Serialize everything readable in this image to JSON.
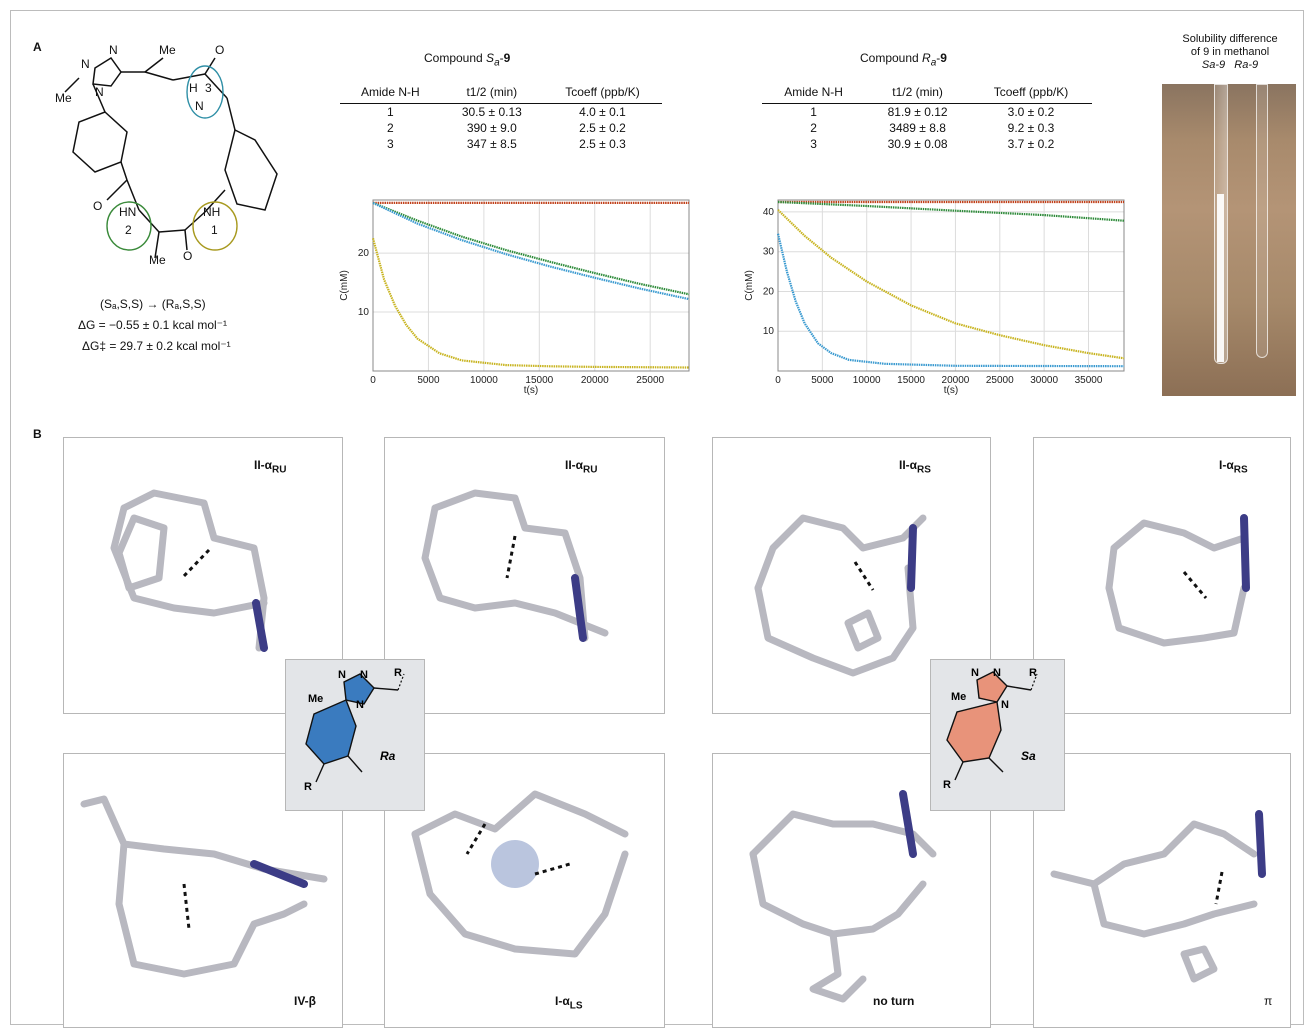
{
  "panelA": {
    "letter": "A",
    "structure": {
      "labels": {
        "me_top": "Me",
        "me_left": "Me",
        "me_bottom": "Me",
        "n_triazole1": "N",
        "n_triazole2": "N",
        "n_triazole3": "N",
        "h3": "H",
        "n3": "N",
        "num3": "3",
        "o1": "O",
        "o2": "O",
        "o3": "O",
        "hn2": "HN",
        "num2": "2",
        "nh1": "NH",
        "num1": "1"
      },
      "equilibrium": "(Sₐ,S,S) → (Rₐ,S,S)",
      "dG": "ΔG = −0.55 ± 0.1 kcal mol⁻¹",
      "dGdagger": "ΔG‡ = 29.7 ± 0.2 kcal mol⁻¹"
    },
    "tables": [
      {
        "title_prefix": "Compound ",
        "title_italic": "S",
        "title_sub": "a",
        "title_suffix": "-",
        "title_bold": "9",
        "headers": [
          "Amide N-H",
          "t1/2 (min)",
          "Tcoeff (ppb/K)"
        ],
        "rows": [
          [
            "1",
            "30.5 ± 0.13",
            "4.0 ± 0.1"
          ],
          [
            "2",
            "390 ± 9.0",
            "2.5 ± 0.2"
          ],
          [
            "3",
            "347 ± 8.5",
            "2.5 ± 0.3"
          ]
        ]
      },
      {
        "title_prefix": "Compound ",
        "title_italic": "R",
        "title_sub": "a",
        "title_suffix": "-",
        "title_bold": "9",
        "headers": [
          "Amide N-H",
          "t1/2 (min)",
          "Tcoeff (ppb/K)"
        ],
        "rows": [
          [
            "1",
            "81.9 ± 0.12",
            "3.0 ± 0.2"
          ],
          [
            "2",
            "3489 ± 8.8",
            "9.2 ± 0.3"
          ],
          [
            "3",
            "30.9 ± 0.08",
            "3.7 ± 0.2"
          ]
        ]
      }
    ],
    "photo": {
      "caption_line1": "Solubility difference",
      "caption_line2": "of 9 in methanol",
      "tube_left": "Sa-9",
      "tube_right": "Ra-9"
    }
  },
  "chart_data": [
    {
      "type": "line",
      "xlabel": "t(s)",
      "ylabel": "C(mM)",
      "xlim": [
        0,
        28500
      ],
      "ylim": [
        0,
        29
      ],
      "xticks": [
        0,
        5000,
        10000,
        15000,
        20000,
        25000
      ],
      "yticks": [
        10,
        20
      ],
      "grid": true,
      "series": [
        {
          "color": "#c0401a",
          "x": [
            0,
            4000,
            8000,
            12000,
            16000,
            20000,
            24000,
            28500
          ],
          "y": [
            28.5,
            28.5,
            28.5,
            28.5,
            28.5,
            28.5,
            28.5,
            28.5
          ]
        },
        {
          "color": "#2e8b3a",
          "x": [
            0,
            4000,
            8000,
            12000,
            16000,
            20000,
            24000,
            28500
          ],
          "y": [
            28.5,
            25.5,
            22.8,
            20.5,
            18.5,
            16.6,
            14.8,
            13.0
          ]
        },
        {
          "color": "#3a9ad0",
          "x": [
            0,
            4000,
            8000,
            12000,
            16000,
            20000,
            24000,
            28500
          ],
          "y": [
            28.5,
            25.0,
            22.2,
            19.8,
            17.7,
            15.8,
            14.0,
            12.2
          ]
        },
        {
          "color": "#c8b420",
          "x": [
            0,
            1000,
            2000,
            3000,
            4000,
            6000,
            8000,
            12000,
            16000,
            20000,
            28500
          ],
          "y": [
            22.5,
            15.5,
            11.0,
            7.8,
            5.5,
            3.0,
            1.8,
            1.0,
            0.8,
            0.7,
            0.6
          ]
        }
      ]
    },
    {
      "type": "line",
      "xlabel": "t(s)",
      "ylabel": "C(mM)",
      "xlim": [
        0,
        39000
      ],
      "ylim": [
        0,
        43
      ],
      "xticks": [
        0,
        5000,
        10000,
        15000,
        20000,
        25000,
        30000,
        35000
      ],
      "yticks": [
        10,
        20,
        30,
        40
      ],
      "grid": true,
      "series": [
        {
          "color": "#c0401a",
          "x": [
            0,
            10000,
            20000,
            30000,
            39000
          ],
          "y": [
            42.5,
            42.5,
            42.5,
            42.5,
            42.5
          ]
        },
        {
          "color": "#2e8b3a",
          "x": [
            0,
            10000,
            20000,
            30000,
            39000
          ],
          "y": [
            42.5,
            41.5,
            40.3,
            39.2,
            37.8
          ]
        },
        {
          "color": "#c8b420",
          "x": [
            0,
            3000,
            6000,
            10000,
            15000,
            20000,
            25000,
            30000,
            35000,
            39000
          ],
          "y": [
            40.5,
            34.0,
            28.5,
            22.5,
            16.5,
            12.0,
            9.0,
            6.5,
            4.5,
            3.2
          ]
        },
        {
          "color": "#3a9ad0",
          "x": [
            0,
            1000,
            2000,
            3000,
            4500,
            6000,
            8000,
            12000,
            20000,
            39000
          ],
          "y": [
            34.5,
            25.0,
            17.5,
            12.0,
            7.0,
            4.5,
            2.8,
            1.8,
            1.3,
            1.2
          ]
        }
      ]
    }
  ],
  "panelB": {
    "letter": "B",
    "conformer_labels": {
      "b1_main": "II-α",
      "b1_sub": "RU",
      "b2_main": "II-α",
      "b2_sub": "RU",
      "b3_main": "II-α",
      "b3_sub": "RS",
      "b4_main": "I-α",
      "b4_sub": "RS",
      "b5": "IV-β",
      "b6_main": "I-α",
      "b6_sub": "LS",
      "b7": "no turn",
      "b8": "π"
    },
    "inset_ra": {
      "me": "Me",
      "n1": "N",
      "n2": "N",
      "n3": "N",
      "r_top": "R",
      "r_bottom": "R",
      "label": "Ra",
      "ring_color": "#3a7bbf"
    },
    "inset_sa": {
      "me": "Me",
      "n1": "N",
      "n2": "N",
      "n3": "N",
      "r_top": "R",
      "r_bottom": "R",
      "label": "Sa",
      "ring_color": "#e8937a"
    }
  }
}
